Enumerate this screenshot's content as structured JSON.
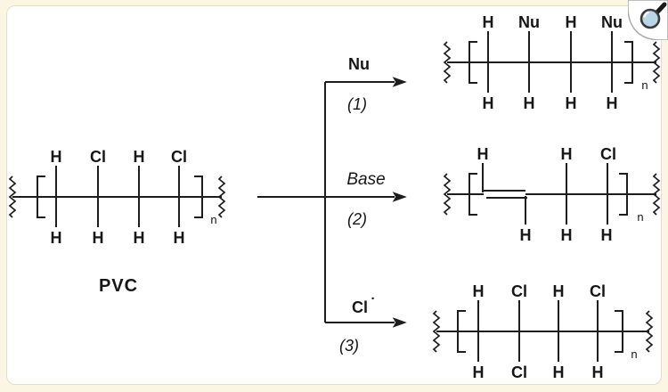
{
  "reactant": {
    "label": "PVC",
    "top_substituents": [
      "H",
      "Cl",
      "H",
      "Cl"
    ],
    "bottom_substituents": [
      "H",
      "H",
      "H",
      "H"
    ],
    "repeat_subscript": "n"
  },
  "reactions": [
    {
      "reagent": "Nu",
      "step": "(1)"
    },
    {
      "reagent": "Base",
      "step": "(2)"
    },
    {
      "reagent": "Cl",
      "reagent_superscript": "·",
      "step": "(3)"
    }
  ],
  "products": {
    "substitution": {
      "top_substituents": [
        "H",
        "Nu",
        "H",
        "Nu"
      ],
      "bottom_substituents": [
        "H",
        "H",
        "H",
        "H"
      ],
      "repeat_subscript": "n"
    },
    "elimination": {
      "c1_top": "H",
      "c2_bottom": "H",
      "c3_top": "H",
      "c3_bottom": "H",
      "c4_top": "Cl",
      "c4_bottom": "H",
      "repeat_subscript": "n"
    },
    "chlorination": {
      "top_substituents": [
        "H",
        "Cl",
        "H",
        "Cl"
      ],
      "bottom_substituents": [
        "H",
        "Cl",
        "H",
        "H"
      ],
      "repeat_subscript": "n"
    }
  },
  "icons": {
    "magnifier": "magnifier-zoom"
  },
  "colors": {
    "line": "#1d1d1d",
    "page_background": "#fbf6e4",
    "panel_background": "#ffffff",
    "panel_border": "#e2ddcd",
    "lens": "#b9d6e6"
  }
}
